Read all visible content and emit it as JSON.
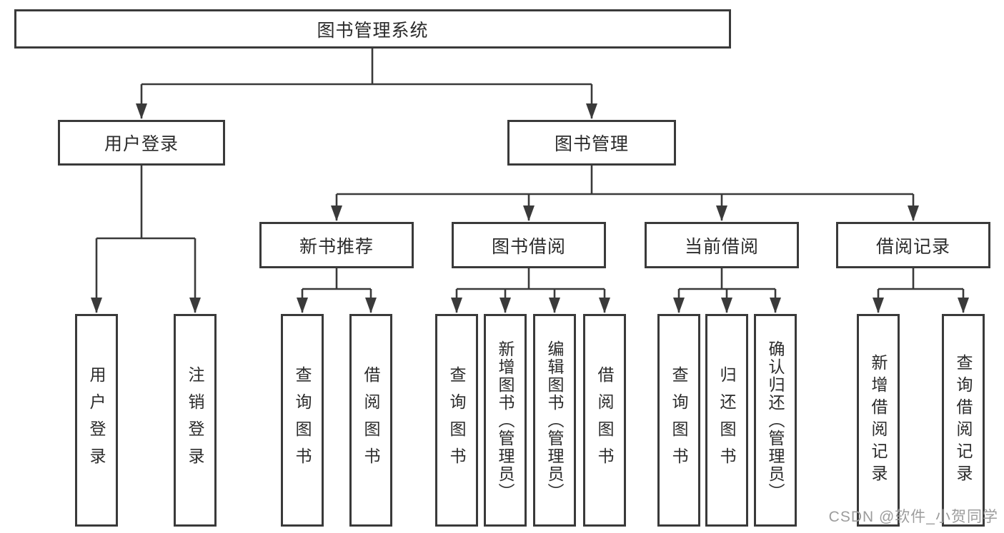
{
  "colors": {
    "line": "#3a3a3a",
    "text": "#2b2b2b",
    "watermark": "#9c9c9c",
    "background": "#ffffff"
  },
  "diagram": {
    "root": "图书管理系统",
    "children": [
      {
        "label": "用户登录",
        "children": [
          "用户登录",
          "注销登录"
        ]
      },
      {
        "label": "图书管理",
        "children": [
          {
            "label": "新书推荐",
            "children": [
              "查询图书",
              "借阅图书"
            ]
          },
          {
            "label": "图书借阅",
            "children": [
              "查询图书",
              "新增图书（管理员）",
              "编辑图书（管理员）",
              "借阅图书"
            ]
          },
          {
            "label": "当前借阅",
            "children": [
              "查询图书",
              "归还图书",
              "确认归还（管理员）"
            ]
          },
          {
            "label": "借阅记录",
            "children": [
              "新增借阅记录",
              "查询借阅记录"
            ]
          }
        ]
      }
    ]
  },
  "watermark": {
    "text": "CSDN @软件_小贺同学"
  }
}
